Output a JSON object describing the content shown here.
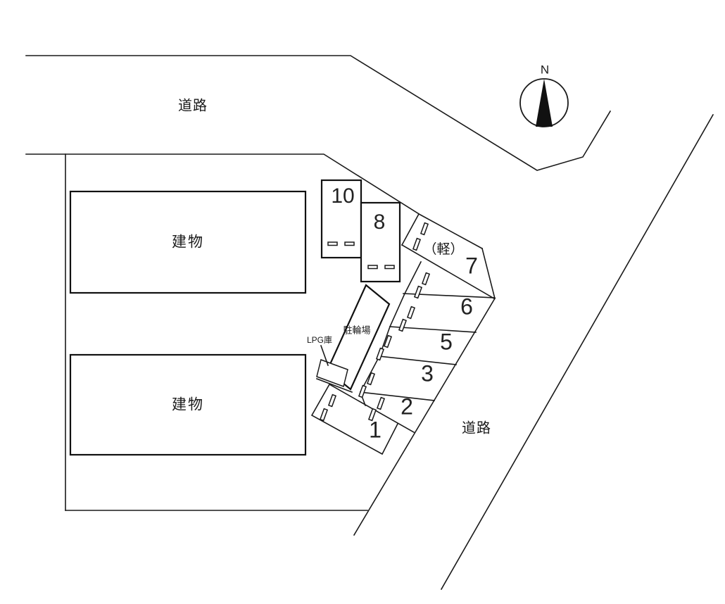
{
  "plan": {
    "type": "site-parking-layout",
    "background_color": "#ffffff",
    "line_color": "#1a1a1a"
  },
  "compass": {
    "label": "N"
  },
  "roads": {
    "top": {
      "label": "道路"
    },
    "east": {
      "label": "道路"
    }
  },
  "buildings": [
    {
      "label": "建物"
    },
    {
      "label": "建物"
    }
  ],
  "facilities": {
    "bicycle_parking": {
      "label": "駐輪場"
    },
    "lpg_storage": {
      "label": "LPG庫"
    }
  },
  "spaces": [
    {
      "number": "10"
    },
    {
      "number": "8"
    },
    {
      "number": "7",
      "tag": "（軽）"
    },
    {
      "number": "6"
    },
    {
      "number": "5"
    },
    {
      "number": "3"
    },
    {
      "number": "2"
    },
    {
      "number": "1"
    }
  ]
}
